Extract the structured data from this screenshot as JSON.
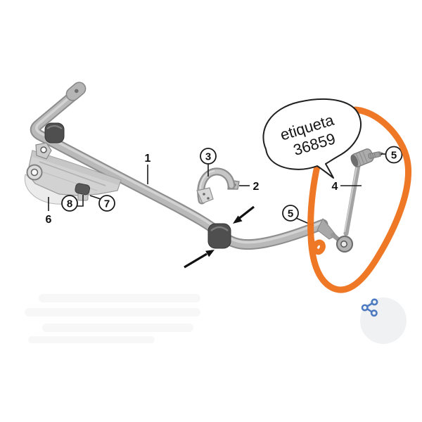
{
  "page": {
    "background_color": "#ffffff",
    "kind": "annotated car parts diagram (stabilizer / anti-roll bar)"
  },
  "diagram": {
    "subject": "stabilizer bar with bushings, mounting bracket, clamp and coupling link",
    "callouts": {
      "c1": "1",
      "c2": "2",
      "c3": "3",
      "c4": "4",
      "c5_mid": "5",
      "c5_top_right": "5",
      "c6": "6",
      "c7": "7",
      "c8": "8"
    }
  },
  "annotation": {
    "bubble": {
      "line1": "etiqueta",
      "line2": "36859"
    },
    "highlight_color": "#ee7420"
  },
  "share": {
    "icon": "share-icon",
    "icon_color": "#4b7ac1",
    "background_color": "#eff1f3"
  }
}
